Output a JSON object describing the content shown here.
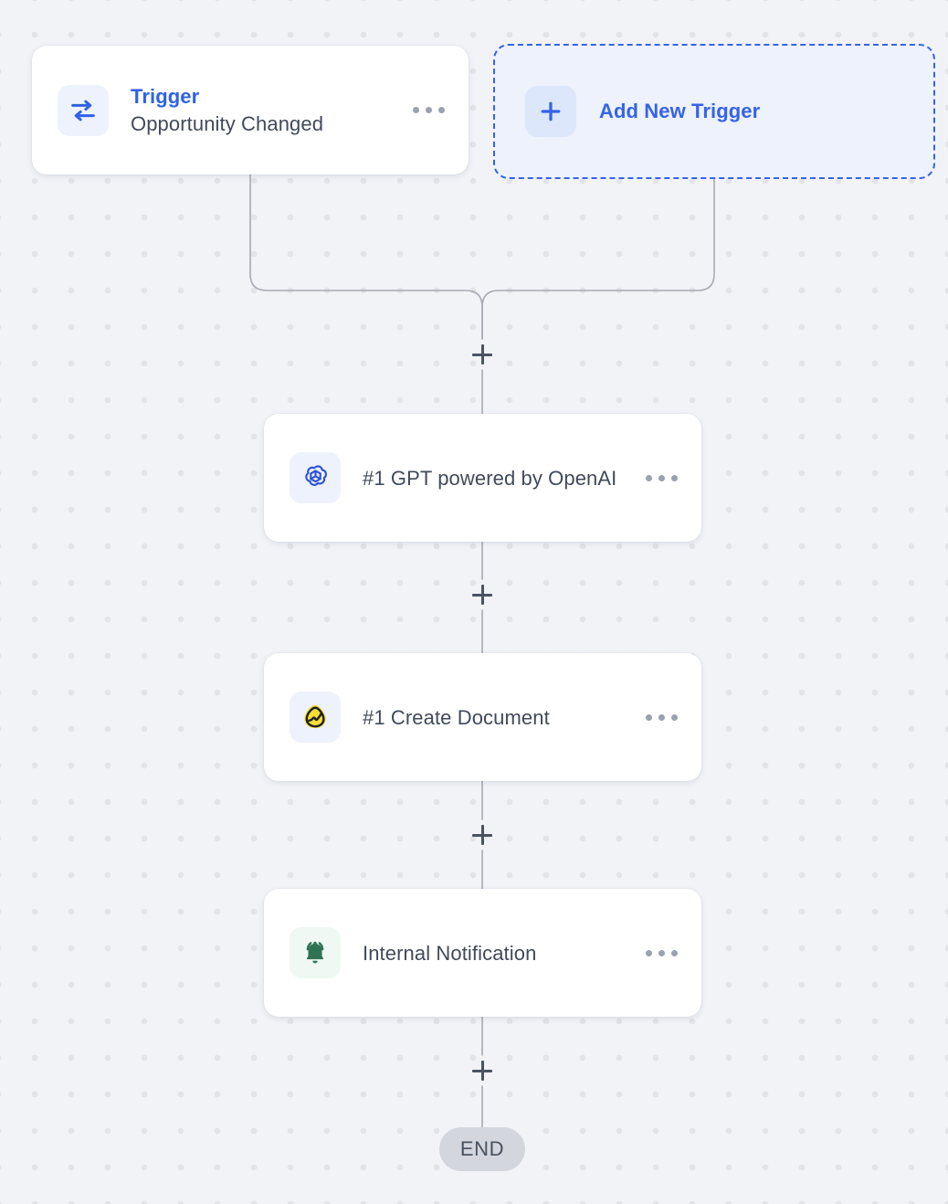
{
  "canvas": {
    "background_color": "#f1f3f7",
    "dot_color": "#e3e4e7",
    "connector_color": "#a8aab3"
  },
  "triggers": {
    "existing": {
      "label": "Trigger",
      "name": "Opportunity Changed",
      "icon": "transfer-arrows-icon",
      "icon_color": "#3563e9",
      "menu": "overflow-menu"
    },
    "add_new": {
      "label": "Add New Trigger",
      "icon": "plus-icon",
      "accent_color": "#3563e9",
      "fill_color": "#eef2fd"
    }
  },
  "steps": [
    {
      "title": "#1 GPT powered by OpenAI",
      "icon": "openai-logo-icon",
      "icon_color": "#2b52d8",
      "tile_color": "#eef2fd"
    },
    {
      "title": "#1 Create Document",
      "icon": "pandadoc-logo-icon",
      "icon_color": "#f7dd2c",
      "tile_color": "#eef2fd"
    },
    {
      "title": "Internal Notification",
      "icon": "bell-icon",
      "icon_color": "#2f7355",
      "tile_color": "#eff8f2"
    }
  ],
  "add_step_buttons": [
    {
      "label": "+",
      "position": "after-triggers"
    },
    {
      "label": "+",
      "position": "after-gpt"
    },
    {
      "label": "+",
      "position": "after-create-document"
    },
    {
      "label": "+",
      "position": "after-internal-notification"
    }
  ],
  "end": {
    "label": "END",
    "background_color": "#d3d6dd",
    "text_color": "#49515f"
  }
}
